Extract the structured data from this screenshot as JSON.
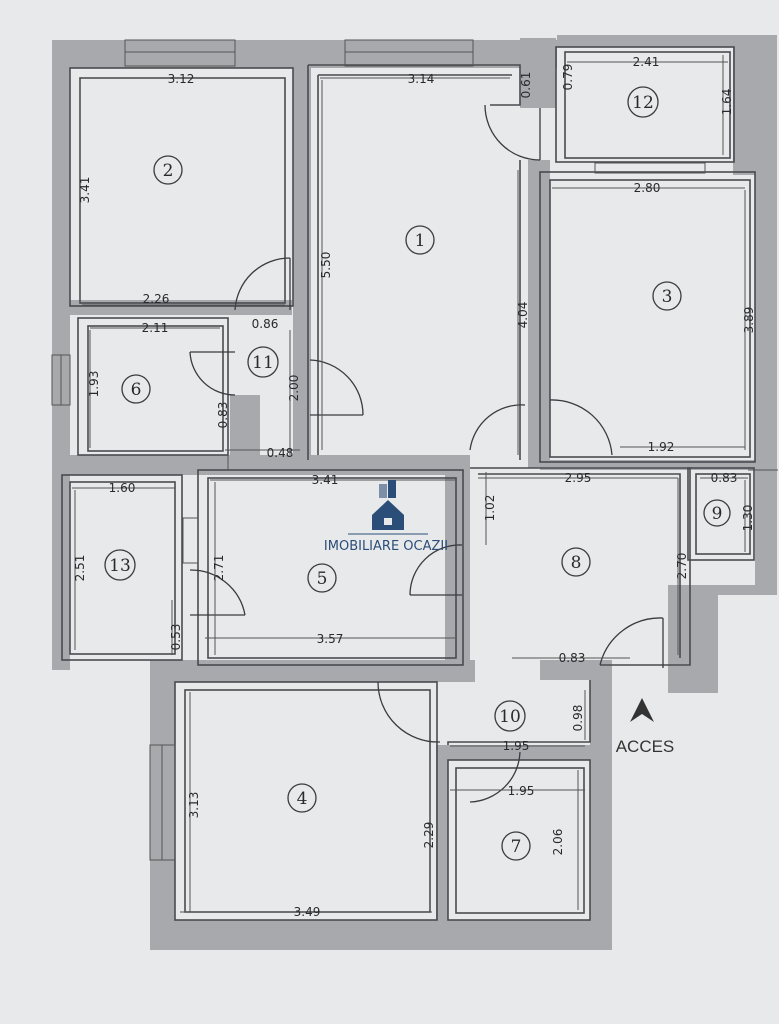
{
  "watermark": {
    "brand": "IMOBILIARE OCAZII"
  },
  "access_label": "ACCES",
  "rooms": [
    {
      "num": "1"
    },
    {
      "num": "2"
    },
    {
      "num": "3"
    },
    {
      "num": "4"
    },
    {
      "num": "5"
    },
    {
      "num": "6"
    },
    {
      "num": "7"
    },
    {
      "num": "8"
    },
    {
      "num": "9"
    },
    {
      "num": "10"
    },
    {
      "num": "11"
    },
    {
      "num": "12"
    },
    {
      "num": "13"
    }
  ],
  "dimensions": {
    "r2_w": "3.12",
    "r2_h": "3.41",
    "r2_b": "2.26",
    "r1_w": "3.14",
    "r1_h": "5.50",
    "r1_h2": "4.04",
    "r12_w": "2.41",
    "r12_h": "1.64",
    "r12_s": "0.79",
    "r12_s2": "0.61",
    "r3_w": "2.80",
    "r3_h": "3.89",
    "r3_b": "1.92",
    "r6_w": "2.11",
    "r6_h": "1.93",
    "r6_s": "0.83",
    "r11_w": "0.86",
    "r11_h": "2.00",
    "r11_b": "0.48",
    "r13_w": "1.60",
    "r13_h": "2.51",
    "r13_s": "0.53",
    "r5_w": "3.41",
    "r5_h": "2.71",
    "r5_b": "3.57",
    "r8_w": "2.95",
    "r8_h": "2.70",
    "r8_s": "1.02",
    "r8_b": "0.83",
    "r9_w": "0.83",
    "r9_h": "1.30",
    "r10_h": "0.98",
    "r10_w": "1.95",
    "r7_w": "1.95",
    "r7_h": "2.06",
    "r4_h": "3.13",
    "r4_h2": "2.29",
    "r4_b": "3.49"
  }
}
